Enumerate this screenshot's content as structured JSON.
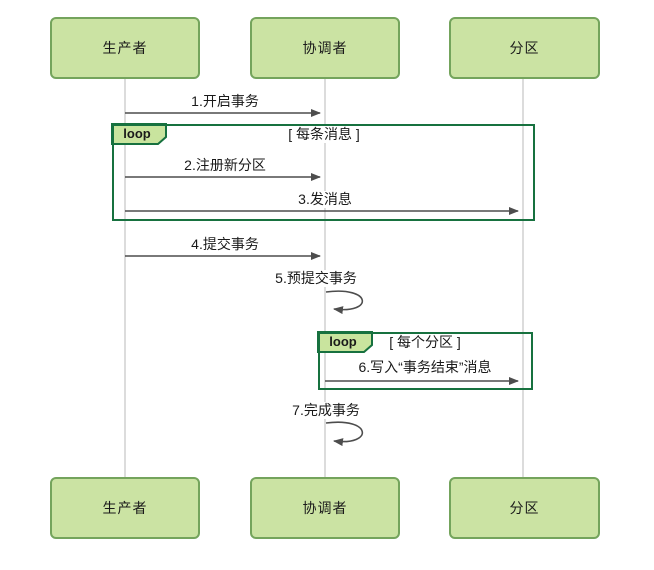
{
  "colors": {
    "actor_fill": "#cbe3a3",
    "actor_border": "#74a45c",
    "frame_border": "#17713f",
    "tag_fill": "#c9e49e",
    "lifeline": "#dcdcdc",
    "arrow": "#4d4d4d",
    "text": "#1a1a1a"
  },
  "actors": {
    "producer": "生产者",
    "coordinator": "协调者",
    "partition": "分区"
  },
  "messages": [
    {
      "label": "1.开启事务",
      "from": "producer",
      "to": "coordinator"
    },
    {
      "label": "2.注册新分区",
      "from": "producer",
      "to": "coordinator"
    },
    {
      "label": "3.发消息",
      "from": "producer",
      "to": "partition"
    },
    {
      "label": "4.提交事务",
      "from": "producer",
      "to": "coordinator"
    },
    {
      "label": "5.预提交事务",
      "from": "coordinator",
      "to": "coordinator"
    },
    {
      "label": "6.写入“事务结束”消息",
      "from": "coordinator",
      "to": "partition"
    },
    {
      "label": "7.完成事务",
      "from": "coordinator",
      "to": "coordinator"
    }
  ],
  "loops": [
    {
      "operator": "loop",
      "condition": "[ 每条消息 ]"
    },
    {
      "operator": "loop",
      "condition": "[ 每个分区 ]"
    }
  ]
}
